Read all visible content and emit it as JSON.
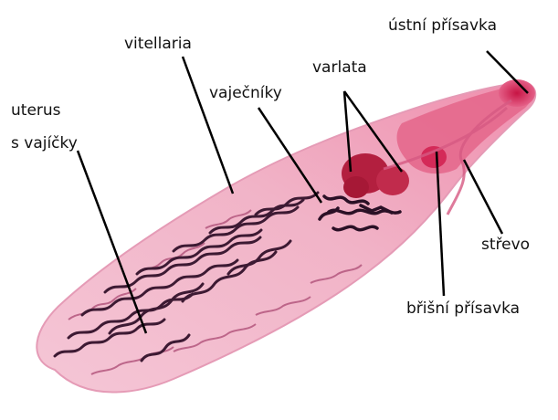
{
  "labels": {
    "ustni_prisavka": "ústní přísavka",
    "vitellaria": "vitellaria",
    "varlata": "varlata",
    "vajecniky": "vaječníky",
    "uterus_line1": "uterus",
    "uterus_line2": "s vajíčky",
    "strevo": "střevo",
    "brisni_prisavka": "břišní přísavka"
  },
  "colors": {
    "body_fill": "#f3bfd0",
    "body_edge": "#e59bb6",
    "anterior_fill": "#d8345f",
    "testes_fill": "#b31f3f",
    "uterus_stroke": "#3d1a33",
    "vitellaria_stroke": "#b4577e",
    "pointer_line": "#000000",
    "background": "#ffffff"
  }
}
